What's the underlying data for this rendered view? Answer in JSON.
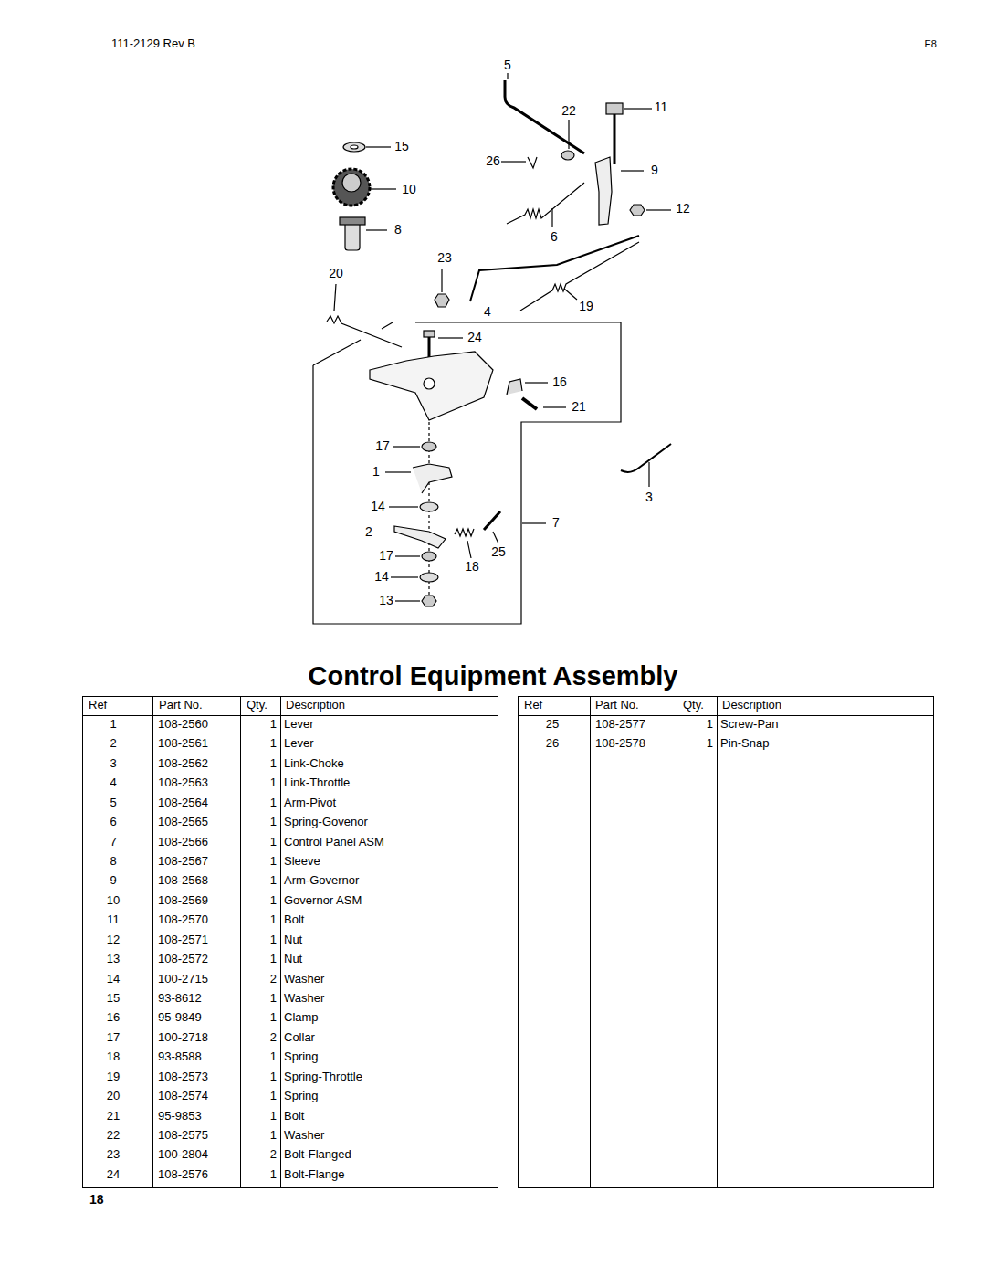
{
  "diagram": {
    "title": "Control Equipment Assembly",
    "labels": [
      "111-2129 Rev B",
      "E8",
      "5",
      "22",
      "11",
      "15",
      "26",
      "9",
      "10",
      "12",
      "8",
      "6",
      "23",
      "20",
      "4",
      "19",
      "24",
      "16",
      "21",
      "17",
      "1",
      "3",
      "14",
      "7",
      "2",
      "25",
      "17",
      "18",
      "14",
      "13",
      "Ref",
      "Part No.",
      "Qty.",
      "Description",
      "1",
      "108-2560",
      "1",
      "Lever",
      "2",
      "108-2561",
      "1",
      "Lever",
      "3",
      "108-2562",
      "1",
      "Link-Choke",
      "4",
      "108-2563",
      "1",
      "Link-Throttle",
      "5",
      "108-2564",
      "1",
      "Arm-Pivot",
      "6",
      "108-2565",
      "1",
      "Spring-Govenor",
      "7",
      "108-2566",
      "1",
      "Control Panel ASM",
      "8",
      "108-2567",
      "1",
      "Sleeve",
      "9",
      "108-2568",
      "1",
      "Arm-Governor",
      "10",
      "108-2569",
      "1",
      "Governor ASM",
      "11",
      "108-2570",
      "1",
      "Bolt",
      "12",
      "108-2571",
      "1",
      "Nut",
      "13",
      "108-2572",
      "1",
      "Nut",
      "14",
      "100-2715",
      "2",
      "Washer",
      "15",
      "93-8612",
      "1",
      "Washer",
      "16",
      "95-9849",
      "1",
      "Clamp",
      "17",
      "100-2718",
      "2",
      "Collar",
      "18",
      "93-8588",
      "1",
      "Spring",
      "19",
      "108-2573",
      "1",
      "Spring-Throttle",
      "20",
      "108-2574",
      "1",
      "Spring",
      "21",
      "95-9853",
      "1",
      "Bolt",
      "22",
      "108-2575",
      "1",
      "Washer",
      "23",
      "100-2804",
      "2",
      "Bolt-Flanged",
      "24",
      "108-2576",
      "1",
      "Bolt-Flange",
      "Ref",
      "Part No.",
      "Qty.",
      "Description",
      "25",
      "108-2577",
      "1",
      "Screw-Pan",
      "26",
      "108-2578",
      "1",
      "Pin-Snap",
      "18"
    ]
  }
}
